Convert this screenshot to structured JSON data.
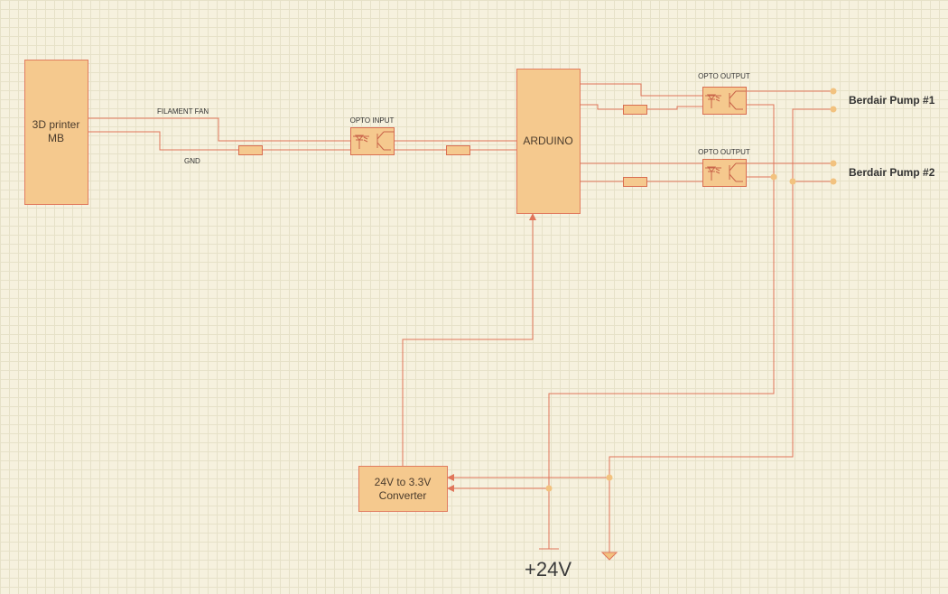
{
  "blocks": {
    "printer_mb": [
      "3D printer",
      "MB"
    ],
    "arduino": "ARDUINO",
    "converter": [
      "24V to 3.3V",
      "Converter"
    ]
  },
  "signals": {
    "filament_fan": "FILAMENT FAN",
    "gnd": "GND"
  },
  "optos": {
    "input": "OPTO INPUT",
    "output_1": "OPTO OUTPUT",
    "output_2": "OPTO OUTPUT"
  },
  "pumps": {
    "pump_1": "Berdair Pump #1",
    "pump_2": "Berdair Pump #2"
  },
  "supply": {
    "voltage": "+24V"
  },
  "icons": {
    "optocoupler": "optocoupler-icon",
    "resistor": "resistor-icon",
    "ground": "ground-icon",
    "terminal": "terminal-icon",
    "junction": "junction-icon",
    "supply": "power-supply-icon"
  },
  "colors": {
    "background": "#f6f1de",
    "grid": "#e6e1c8",
    "block_fill": "#f5c98e",
    "wire": "#e0755a",
    "junction": "#f2c27f"
  }
}
